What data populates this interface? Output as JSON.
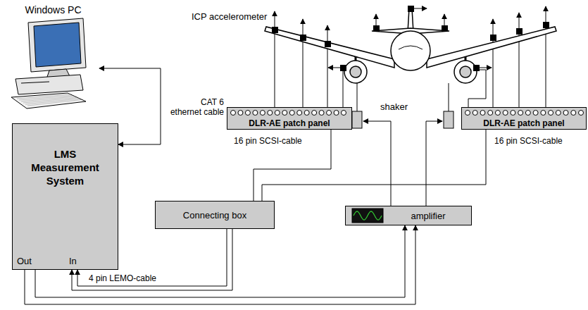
{
  "diagram": {
    "nodes": [
      {
        "text": [
          "Windows PC"
        ]
      },
      {
        "text": [
          "LMS Measurement System",
          "Out",
          "In"
        ]
      },
      {
        "text": [
          "DLR-AE patch panel"
        ]
      },
      {
        "text": [
          "DLR-AE patch panel"
        ]
      },
      {
        "text": [
          "Connecting box"
        ]
      },
      {
        "text": [
          "amplifier"
        ]
      }
    ],
    "edges": [
      {
        "from": 1,
        "to": 0,
        "label": "CAT 6 ethernet cable",
        "arrow": "both"
      },
      {
        "from": 2,
        "to": 4,
        "label": "16 pin SCSI-cable",
        "arrow": "none"
      },
      {
        "from": 3,
        "to": 4,
        "label": "16 pin SCSI-cable",
        "arrow": "none"
      },
      {
        "from": 4,
        "to": 1,
        "label": "4 pin LEMO-cable",
        "arrow": "to"
      },
      {
        "from": 4,
        "to": 1,
        "arrow": "to"
      },
      {
        "from": 1,
        "to": 5,
        "arrow": "to"
      },
      {
        "from": 1,
        "to": 5,
        "arrow": "to"
      }
    ],
    "labels": [
      "ICP accelerometer",
      "shaker"
    ]
  }
}
